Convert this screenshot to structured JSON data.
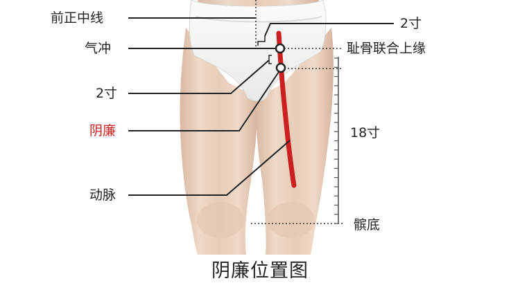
{
  "labels": {
    "midline": "前正中线",
    "qichong": "气冲",
    "two_cun_left": "2寸",
    "yinlian": "阴廉",
    "artery": "动脉",
    "two_cun_right": "2寸",
    "pubic_upper_edge": "耻骨联合上缘",
    "eighteen_cun": "18寸",
    "patella_bottom": "髌底"
  },
  "caption": "阴廉位置图",
  "colors": {
    "text": "#222222",
    "highlight_label": "#cc1f1f",
    "artery_line": "#cc1f1f",
    "skin": "#ead2bf",
    "underwear": "#f4f4f2"
  }
}
